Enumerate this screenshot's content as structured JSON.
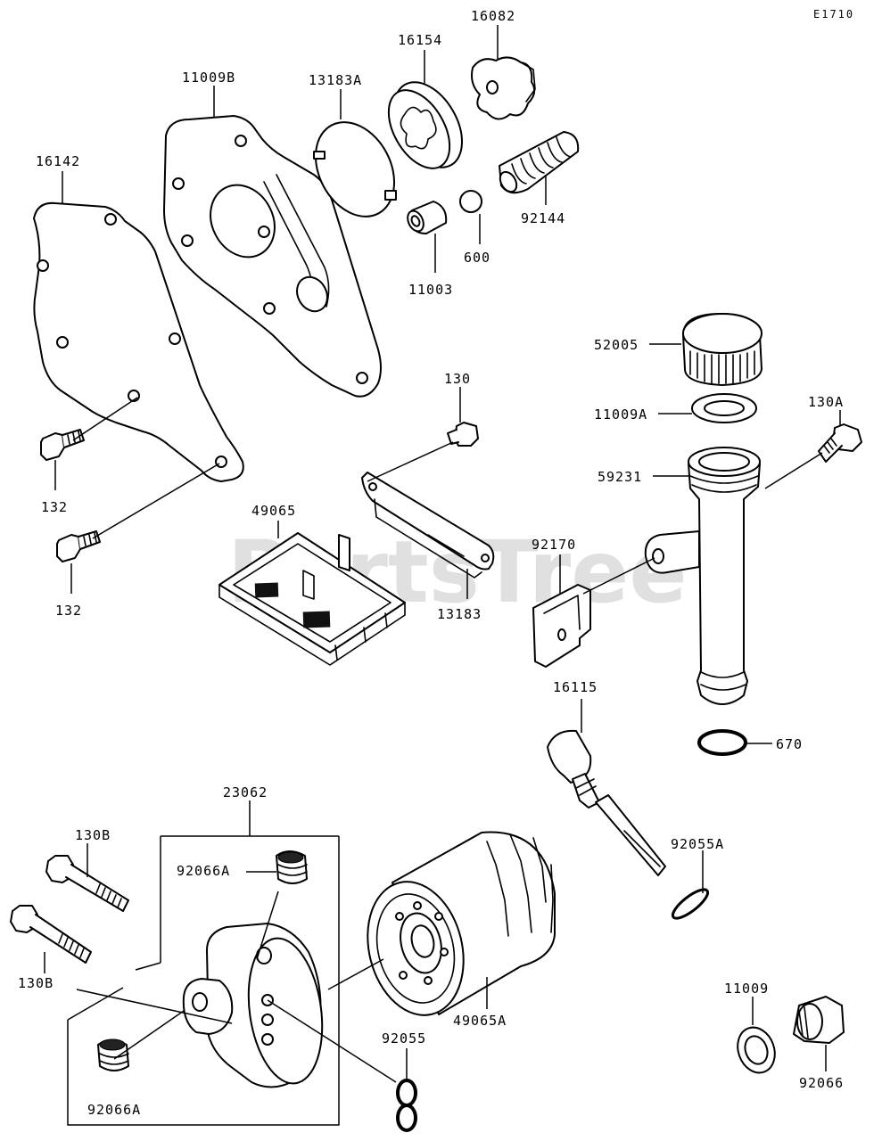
{
  "diagram_code": "E1710",
  "watermark": "PartsTree",
  "labels": {
    "p16082": "16082",
    "p16154": "16154",
    "p11009B": "11009B",
    "p13183A": "13183A",
    "p16142": "16142",
    "p92144": "92144",
    "p600": "600",
    "p11003": "11003",
    "p52005": "52005",
    "p11009A": "11009A",
    "p130A": "130A",
    "p130": "130",
    "p59231": "59231",
    "p132a": "132",
    "p132b": "132",
    "p49065": "49065",
    "p92170": "92170",
    "p13183": "13183",
    "p16115": "16115",
    "p670": "670",
    "p23062": "23062",
    "p130Ba": "130B",
    "p130Bb": "130B",
    "p92066Aa": "92066A",
    "p92055A": "92055A",
    "p49065A": "49065A",
    "p92055": "92055",
    "p92066Ab": "92066A",
    "p11009": "11009",
    "p92066": "92066"
  }
}
